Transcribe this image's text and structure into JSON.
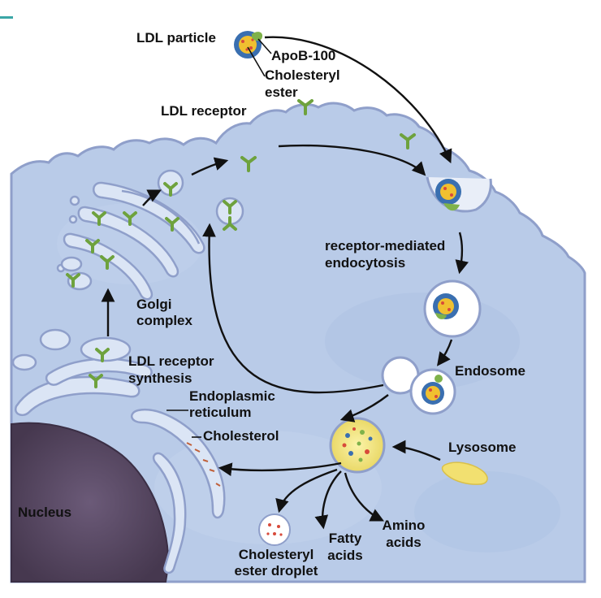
{
  "labels": {
    "ldl_particle": "LDL particle",
    "apob": "ApoB-100",
    "chol_ester_1": "Cholesteryl",
    "chol_ester_2": "ester",
    "ldl_receptor": "LDL receptor",
    "rme_1": "receptor-mediated",
    "rme_2": "endocytosis",
    "golgi_1": "Golgi",
    "golgi_2": "complex",
    "ldlr_synth_1": "LDL receptor",
    "ldlr_synth_2": "synthesis",
    "endosome": "Endosome",
    "er_1": "Endoplasmic",
    "er_2": "reticulum",
    "cholesterol": "Cholesterol",
    "lysosome": "Lysosome",
    "nucleus": "Nucleus",
    "amino_1": "Amino",
    "amino_2": "acids",
    "fatty_1": "Fatty",
    "fatty_2": "acids",
    "droplet_1": "Cholesteryl",
    "droplet_2": "ester droplet"
  },
  "colors": {
    "cytoplasm": "#b9cbe8",
    "membrane": "#8f9fca",
    "nucleus": "#5a4a66",
    "receptor": "#7fb24a",
    "lysosome": "#f2e070",
    "ldl_core": "#f0c030",
    "ldl_shell": "#3a6fb0",
    "arrow": "#111111"
  }
}
